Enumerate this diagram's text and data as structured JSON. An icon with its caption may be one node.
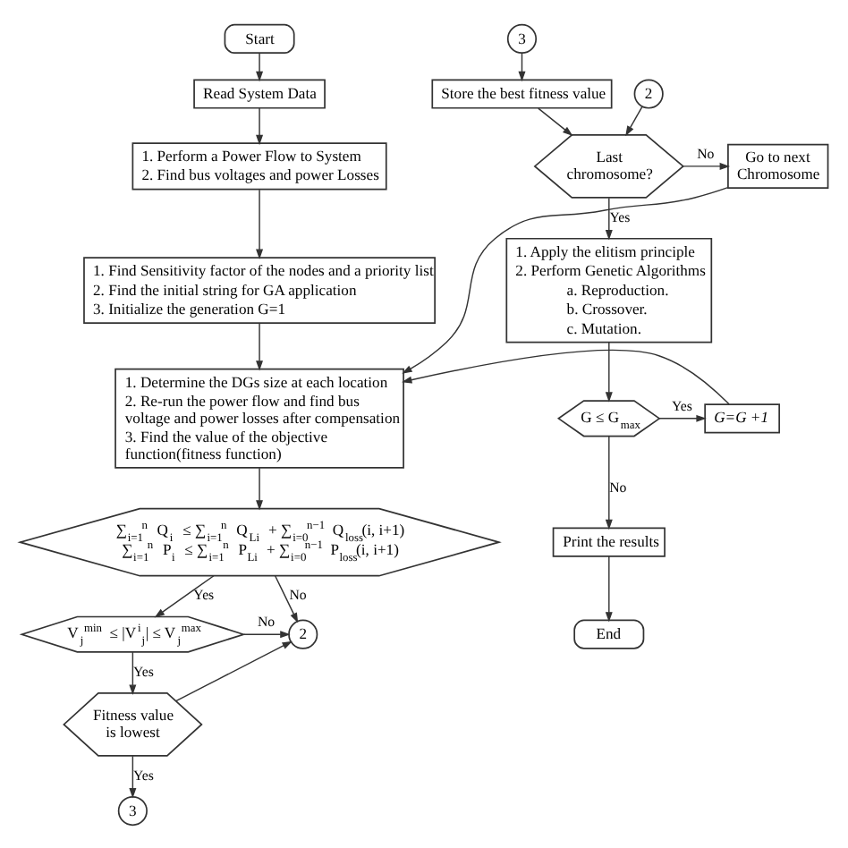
{
  "diagram": {
    "nodes": [
      {
        "text": [
          "Start"
        ]
      },
      {
        "text": [
          "Read System Data"
        ]
      },
      {
        "text": [
          "1. Perform a Power Flow to System",
          "2. Find bus voltages and power Losses"
        ]
      },
      {
        "text": [
          "1. Find Sensitivity factor of the nodes and a priority list",
          "2. Find the initial string for GA application",
          "3. Initialize the generation G=1"
        ]
      },
      {
        "text": [
          "1. Determine the DGs size at each location",
          "2. Re-run the power flow and find bus voltage and power losses after compensation",
          "3. Find the value of the objective function(fitness function)"
        ]
      },
      {
        "text": [
          "∑$_{i=1}$$^{n}$ Q$_{i}$ ≤ ∑$_{i=1}$$^{n}$ Q$_{Li}$ + ∑$_{i=0}$$^{n−1}$ Q$_{loss}$(i, i+1)",
          "∑$_{i=1}$$^{n}$ P$_{i}$ ≤ ∑$_{i=1}$$^{n}$ P$_{Li}$ + ∑$_{i=0}$$^{n−1}$ P$_{loss}$(i, i+1)"
        ]
      },
      {
        "text": [
          "V$_{j}$$^{min}$ ≤ |V$^{i}$$_{j}$| ≤ V$_{j}$$^{max}$"
        ]
      },
      {
        "text": [
          "Fitness value is lowest"
        ]
      },
      {
        "text": [
          "3"
        ]
      },
      {
        "text": [
          "2"
        ]
      },
      {
        "text": [
          "3"
        ]
      },
      {
        "text": [
          "Store the best fitness value"
        ]
      },
      {
        "text": [
          "2"
        ]
      },
      {
        "text": [
          "Last chromosome?"
        ]
      },
      {
        "text": [
          "Go to next Chromosome"
        ]
      },
      {
        "text": [
          "1. Apply the elitism principle",
          "2. Perform Genetic Algorithms",
          "a. Reproduction.",
          "b. Crossover.",
          "c. Mutation."
        ]
      },
      {
        "text": [
          "G ≤ G$_{max}$"
        ]
      },
      {
        "text": [
          "G=G +1"
        ]
      },
      {
        "text": [
          "Print the results"
        ]
      },
      {
        "text": [
          "End"
        ]
      }
    ],
    "edges": [
      {
        "from": 0,
        "to": 1,
        "arrow": "to"
      },
      {
        "from": 1,
        "to": 2,
        "arrow": "to"
      },
      {
        "from": 2,
        "to": 3,
        "arrow": "to"
      },
      {
        "from": 3,
        "to": 4,
        "arrow": "to"
      },
      {
        "from": 4,
        "to": 5,
        "arrow": "to"
      },
      {
        "from": 5,
        "to": 6,
        "arrow": "to",
        "label": "Yes"
      },
      {
        "from": 5,
        "to": 9,
        "arrow": "to",
        "label": "No"
      },
      {
        "from": 6,
        "to": 9,
        "arrow": "to",
        "label": "No"
      },
      {
        "from": 6,
        "to": 7,
        "arrow": "to",
        "label": "Yes"
      },
      {
        "from": 7,
        "to": 9,
        "arrow": "to"
      },
      {
        "from": 7,
        "to": 8,
        "arrow": "to",
        "label": "Yes"
      },
      {
        "from": 10,
        "to": 11,
        "arrow": "to"
      },
      {
        "from": 11,
        "to": 13,
        "arrow": "to"
      },
      {
        "from": 12,
        "to": 13,
        "arrow": "to"
      },
      {
        "from": 13,
        "to": 14,
        "arrow": "to",
        "label": "No"
      },
      {
        "from": 13,
        "to": 15,
        "arrow": "to",
        "label": "Yes"
      },
      {
        "from": 15,
        "to": 16,
        "arrow": "to"
      },
      {
        "from": 16,
        "to": 17,
        "arrow": "to",
        "label": "Yes"
      },
      {
        "from": 16,
        "to": 18,
        "arrow": "to",
        "label": "No"
      },
      {
        "from": 17,
        "to": 4,
        "arrow": "to"
      },
      {
        "from": 14,
        "to": 4,
        "arrow": "to"
      },
      {
        "from": 18,
        "to": 19,
        "arrow": "to"
      }
    ]
  }
}
